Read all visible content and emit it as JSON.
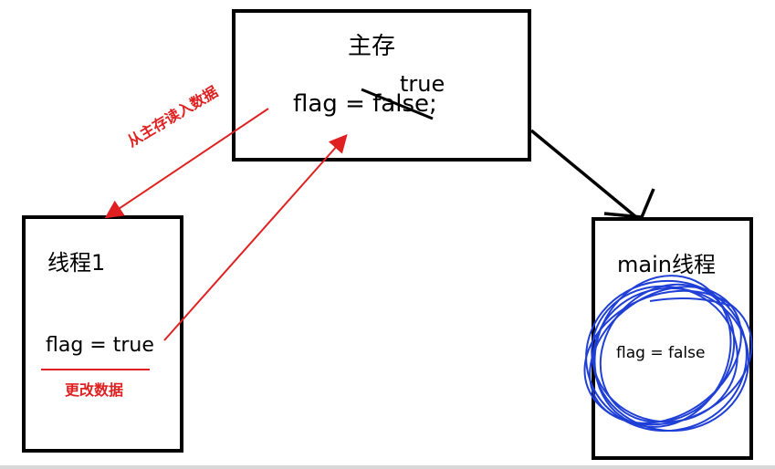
{
  "main_memory": {
    "title": "主存",
    "flag_text": "flag = false;",
    "new_value": "true"
  },
  "thread1": {
    "title": "线程1",
    "flag_text": "flag = true",
    "note": "更改数据"
  },
  "main_thread": {
    "title": "main线程",
    "flag_text": "flag = false"
  },
  "arrows": {
    "read_label": "从主存读入数据"
  },
  "colors": {
    "red": "#e02020",
    "blue": "#1f3fd6",
    "black": "#000000"
  }
}
